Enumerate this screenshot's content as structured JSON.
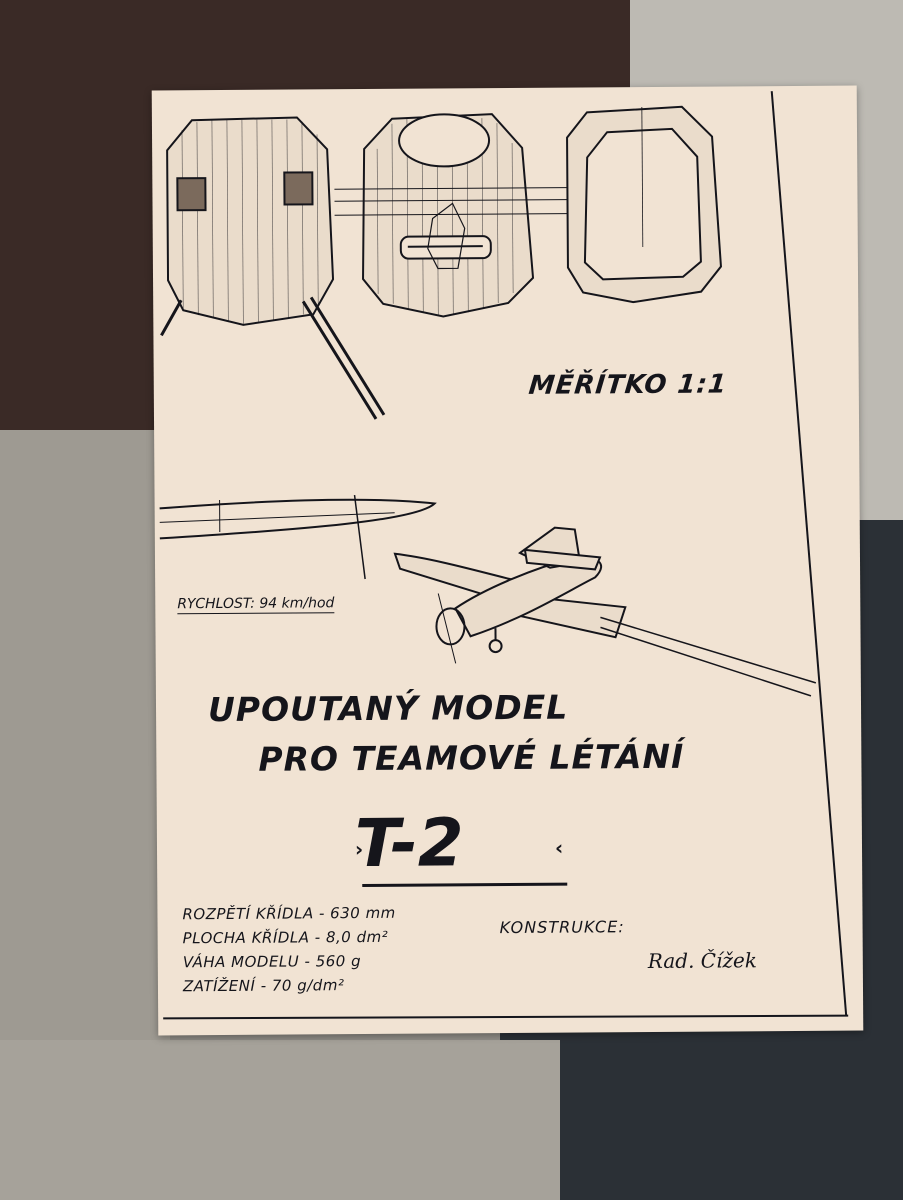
{
  "sheet": {
    "scale_label": "MĚŘÍTKO 1:1",
    "speed_label": "RYCHLOST: 94 km/hod",
    "title_line_1": "UPOUTANÝ MODEL",
    "title_line_2": "PRO TEAMOVÉ LÉTÁNÍ",
    "model_name": "T-2",
    "arrow_left": "›",
    "arrow_right": "‹",
    "specs": [
      "ROZPĚTÍ KŘÍDLA - 630 mm",
      "PLOCHA KŘÍDLA - 8,0 dm²",
      "VÁHA MODELU - 560 g",
      "ZATÍŽENÍ - 70 g/dm²"
    ],
    "construction_label": "KONSTRUKCE:",
    "author": "Rad. Čížek"
  },
  "colors": {
    "paper": "#f1e3d3",
    "ink": "#15151b",
    "carpet_brown": "#3a2a26",
    "carpet_grey": "#bdbab3",
    "carpet_navy": "#2b3036"
  }
}
